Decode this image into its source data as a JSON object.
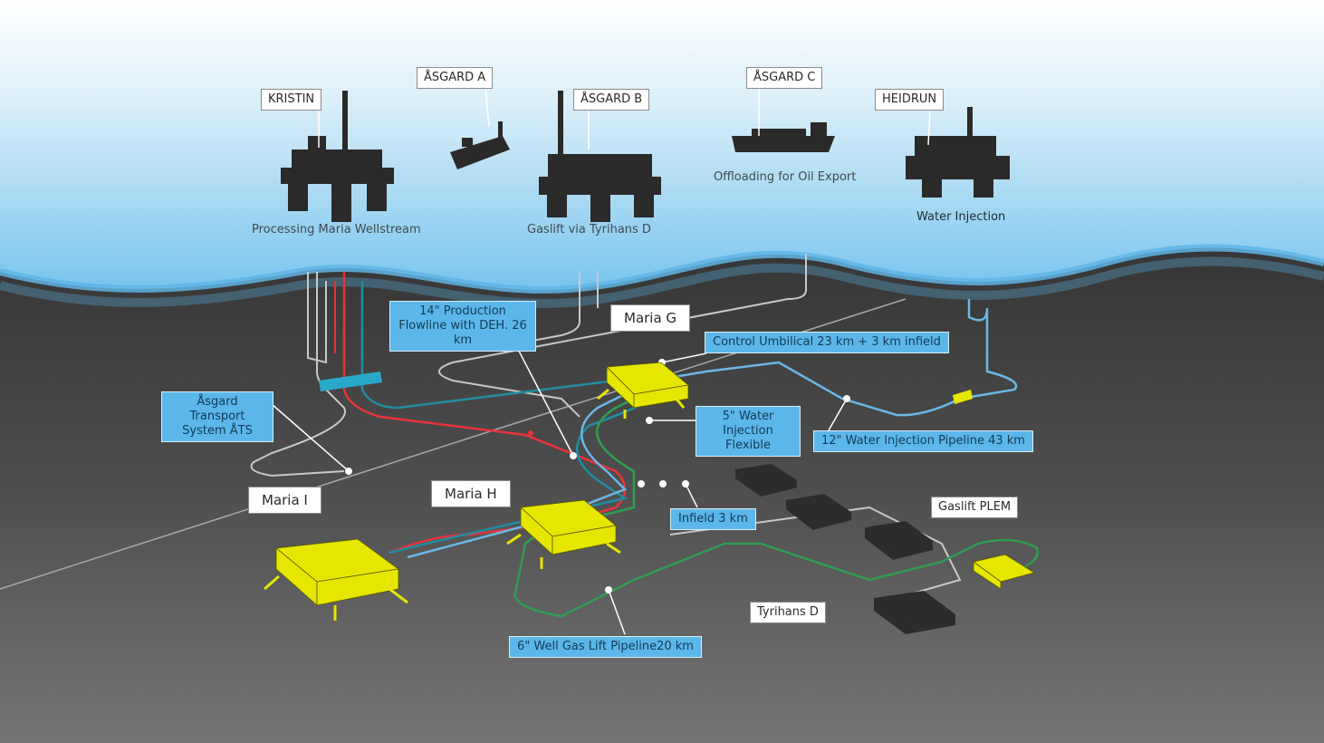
{
  "surface": {
    "platforms": [
      {
        "id": "kristin",
        "name": "KRISTIN",
        "caption": "Processing Maria Wellstream"
      },
      {
        "id": "asgard-a",
        "name": "ÅSGARD A",
        "caption": ""
      },
      {
        "id": "asgard-b",
        "name": "ÅSGARD B",
        "caption": "Gaslift via Tyrihans D"
      },
      {
        "id": "asgard-c",
        "name": "ÅSGARD C",
        "caption": "Offloading for Oil Export"
      },
      {
        "id": "heidrun",
        "name": "HEIDRUN",
        "caption": "Water Injection"
      }
    ]
  },
  "subsea": {
    "templates": {
      "maria_g": "Maria G",
      "maria_h": "Maria H",
      "maria_i": "Maria I",
      "tyrihans_d": "Tyrihans D",
      "gaslift_plem": "Gaslift PLEM"
    },
    "pipelines": {
      "production_flowline": "14\" Production Flowline with DEH. 26 km",
      "control_umbilical": "Control Umbilical 23 km + 3 km infield",
      "asgard_transport": "Åsgard Transport System ÅTS",
      "water_injection_flexible": "5\" Water Injection Flexible",
      "water_injection_pipeline": "12\" Water Injection Pipeline 43 km",
      "infield": "Infield 3 km",
      "gas_lift_pipeline": "6\" Well Gas Lift Pipeline20 km"
    }
  },
  "colors": {
    "production": "#e8333a",
    "umbilical": "#1f8ea3",
    "water_injection": "#6ab8e8",
    "gas_lift": "#2f9e52",
    "transport": "#c8c8c8",
    "template": "#e6e600"
  }
}
